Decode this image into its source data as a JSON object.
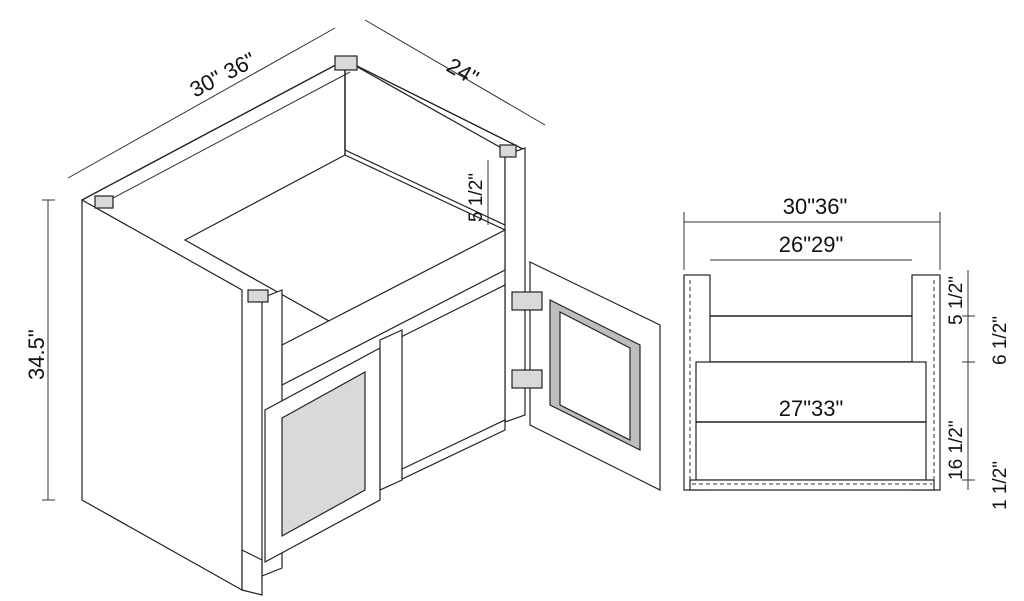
{
  "iso_view": {
    "dim_width": "30\" 36\"",
    "dim_depth": "24\"",
    "dim_height": "34.5\"",
    "dim_apron": "5 1/2\""
  },
  "front_section": {
    "dim_outer_width": "30\"36\"",
    "dim_inner_width": "26\"29\"",
    "dim_shelf_width": "27\"33\"",
    "dim_top_rail": "5 1/2\"",
    "dim_upper_gap": "6 1/2\"",
    "dim_box_height": "16 1/2\"",
    "dim_toe": "1 1/2\""
  }
}
